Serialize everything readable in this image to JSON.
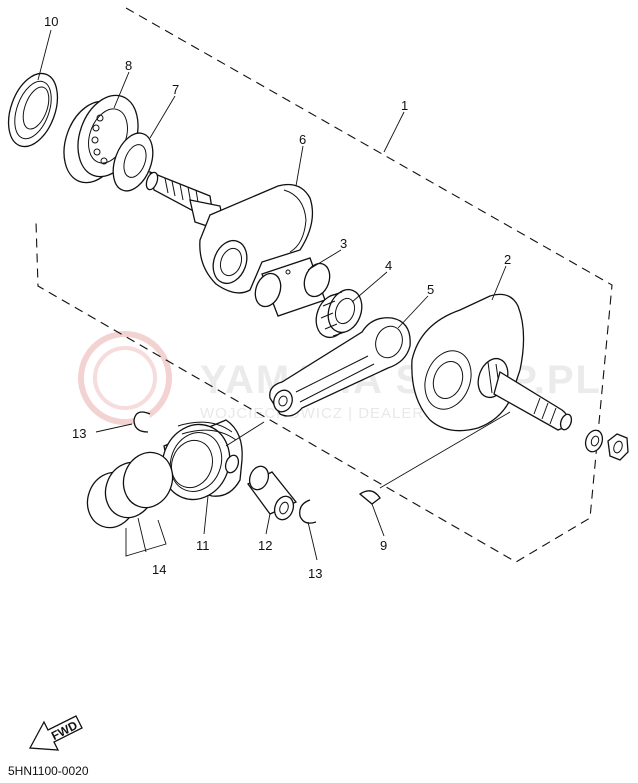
{
  "diagram_code": "5HN1100-0020",
  "fwd_label": "FWD",
  "watermark": {
    "brand": "YAMAHA SKLEP.PL",
    "dealer": "WOJCIECHOWICZ | DEALER YAMAHA"
  },
  "callouts": [
    {
      "id": "1",
      "part": "crankshaft assembly"
    },
    {
      "id": "2",
      "part": "crank 2"
    },
    {
      "id": "3",
      "part": "crank pin"
    },
    {
      "id": "4",
      "part": "needle bearing"
    },
    {
      "id": "5",
      "part": "connecting rod"
    },
    {
      "id": "6",
      "part": "crank 1"
    },
    {
      "id": "7",
      "part": "washer"
    },
    {
      "id": "8",
      "part": "bearing"
    },
    {
      "id": "9",
      "part": "woodruff key"
    },
    {
      "id": "10",
      "part": "oil seal"
    },
    {
      "id": "11",
      "part": "piston"
    },
    {
      "id": "12",
      "part": "piston pin"
    },
    {
      "id": "13",
      "part": "circlip"
    },
    {
      "id": "14",
      "part": "piston ring set"
    }
  ],
  "labels": {
    "c1": "1",
    "c2": "2",
    "c3": "3",
    "c4": "4",
    "c5": "5",
    "c6": "6",
    "c7": "7",
    "c8": "8",
    "c9": "9",
    "c10": "10",
    "c11": "11",
    "c12": "12",
    "c13a": "13",
    "c13b": "13",
    "c14": "14"
  }
}
